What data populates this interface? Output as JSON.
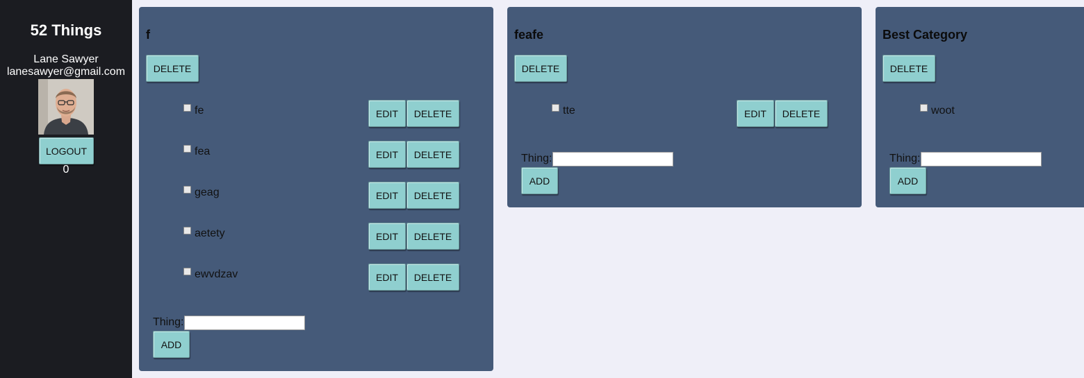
{
  "sidebar": {
    "app_title": "52 Things",
    "user_name": "Lane Sawyer",
    "user_email": "lanesawyer@gmail.com",
    "logout_label": "LOGOUT",
    "score": "0"
  },
  "categories": [
    {
      "title": "f",
      "delete_label": "DELETE",
      "items": [
        {
          "label": "fe",
          "edit_label": "EDIT",
          "delete_label": "DELETE"
        },
        {
          "label": "fea",
          "edit_label": "EDIT",
          "delete_label": "DELETE"
        },
        {
          "label": "geag",
          "edit_label": "EDIT",
          "delete_label": "DELETE"
        },
        {
          "label": "aetety",
          "edit_label": "EDIT",
          "delete_label": "DELETE"
        },
        {
          "label": "ewvdzav",
          "edit_label": "EDIT",
          "delete_label": "DELETE"
        }
      ],
      "thing_label": "Thing:",
      "thing_value": "",
      "add_label": "ADD"
    },
    {
      "title": "feafe",
      "delete_label": "DELETE",
      "items": [
        {
          "label": "tte",
          "edit_label": "EDIT",
          "delete_label": "DELETE"
        }
      ],
      "thing_label": "Thing:",
      "thing_value": "",
      "add_label": "ADD"
    },
    {
      "title": "Best Category",
      "delete_label": "DELETE",
      "items": [
        {
          "label": "woot"
        }
      ],
      "thing_label": "Thing:",
      "thing_value": "",
      "add_label": "ADD"
    }
  ]
}
